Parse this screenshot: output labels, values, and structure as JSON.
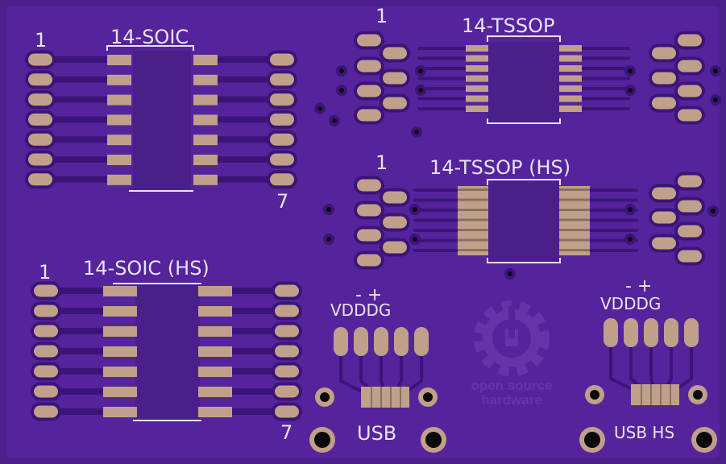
{
  "colors": {
    "board": "#4a1f8a",
    "copper_pour": "#55249c",
    "trace": "#3c1478",
    "pad": "#c0a08a",
    "silk": "#e8e2f0",
    "drill": "#0a0a0a",
    "logo": "#6434a8"
  },
  "labels": {
    "soic": "14-SOIC",
    "soic_pin1": "1",
    "soic_pin7": "7",
    "tssop": "14-TSSOP",
    "tssop_pin1": "1",
    "tssop_hs": "14-TSSOP (HS)",
    "tssop_hs_pin1": "1",
    "soic_hs": "14-SOIC (HS)",
    "soic_hs_pin1": "1",
    "soic_hs_pin7": "7",
    "usb_minus_plus": "- +",
    "usb_pins": "VDDDG",
    "usb_pins_2": "VDDDG",
    "usb_minus_plus_2": "- +",
    "usb": "USB",
    "usb_hs": "USB HS",
    "oshw_line1": "open source",
    "oshw_line2": "hardware"
  }
}
